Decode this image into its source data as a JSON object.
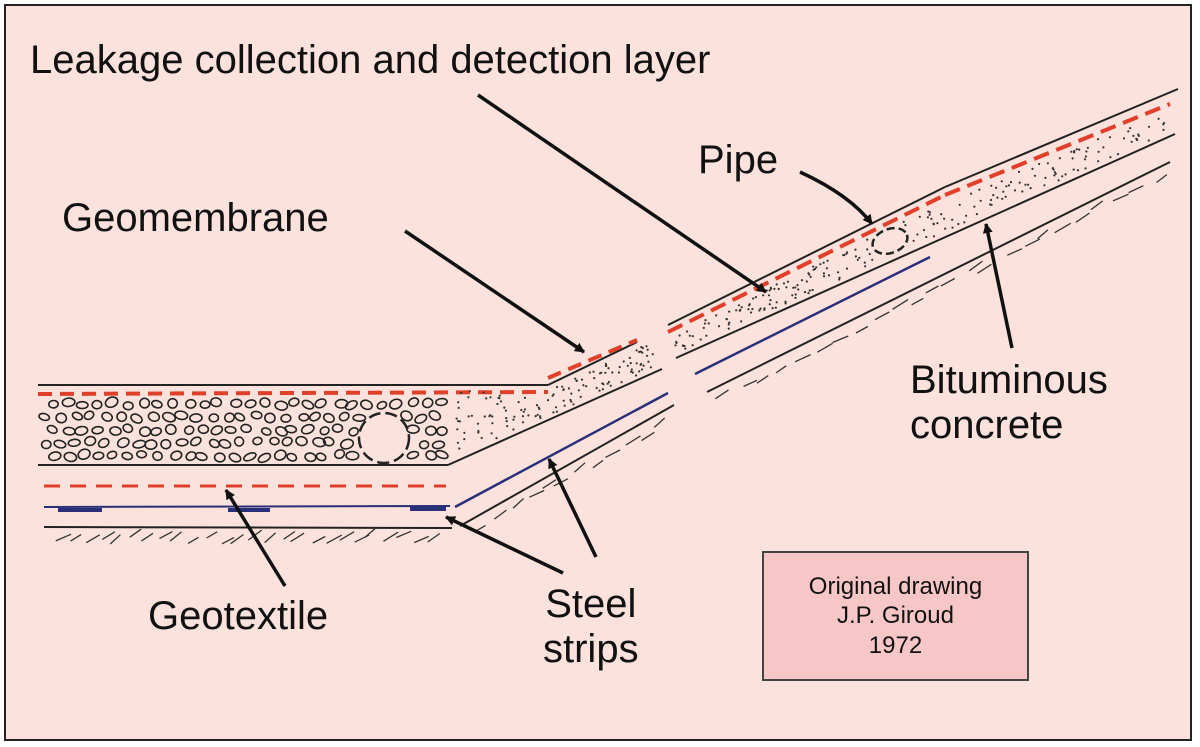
{
  "labels": {
    "leakage_layer": "Leakage collection and detection layer",
    "pipe": "Pipe",
    "geomembrane": "Geomembrane",
    "bituminous_line1": "Bituminous",
    "bituminous_line2": "concrete",
    "geotextile": "Geotextile",
    "steel_line1": "Steel",
    "steel_line2": "strips"
  },
  "credit": {
    "line1": "Original drawing",
    "line2": "J.P. Giroud",
    "line3": "1972"
  },
  "colors": {
    "background": "#fbe2dc",
    "geomembrane": "#e0402a",
    "steel": "#2a2f7a",
    "ink": "#111111",
    "credit_box": "#f7c6c6"
  }
}
